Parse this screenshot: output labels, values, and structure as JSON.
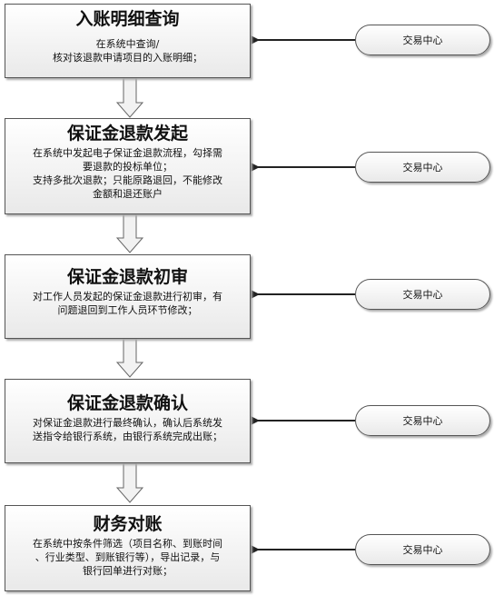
{
  "steps": [
    {
      "title": "入账明细查询",
      "lines": [
        "在系统中查询/",
        "核对该退款申请项目的入账明细；"
      ],
      "source": "交易中心"
    },
    {
      "title": "保证金退款发起",
      "lines": [
        "在系统中发起电子保证金退款流程，勾择需",
        "要退款的投标单位；",
        "支持多批次退款；只能原路退回，不能修改",
        "金额和退还账户"
      ],
      "source": "交易中心"
    },
    {
      "title": "保证金退款初审",
      "lines": [
        "对工作人员发起的保证金退款进行初审，有",
        "问题退回到工作人员环节修改；"
      ],
      "source": "交易中心"
    },
    {
      "title": "保证金退款确认",
      "lines": [
        "对保证金退款进行最终确认，确认后系统发",
        "送指令给银行系统，由银行系统完成出账；"
      ],
      "source": "交易中心"
    },
    {
      "title": "财务对账",
      "lines": [
        "在系统中按条件筛选（项目名称、到账时间",
        "、行业类型、到账银行等），导出记录，与",
        "银行回单进行对账；"
      ],
      "source": "交易中心"
    }
  ]
}
